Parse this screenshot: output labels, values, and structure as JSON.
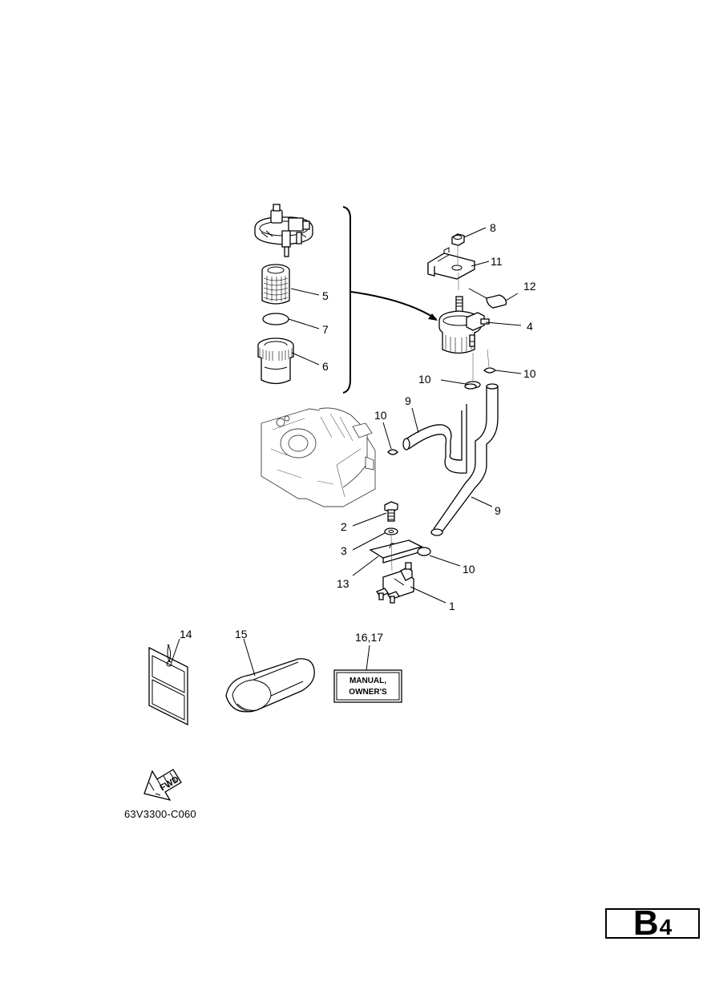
{
  "callouts": {
    "c1": "1",
    "c2": "2",
    "c3": "3",
    "c4": "4",
    "c5": "5",
    "c6": "6",
    "c7": "7",
    "c8": "8",
    "c9a": "9",
    "c9b": "9",
    "c10a": "10",
    "c10b": "10",
    "c10c": "10",
    "c10d": "10",
    "c11": "11",
    "c12": "12",
    "c13": "13",
    "c14": "14",
    "c15": "15",
    "c16_17": "16,17"
  },
  "manual_label": {
    "line1": "MANUAL,",
    "line2": "OWNER'S"
  },
  "fwd_label": "FWD",
  "diagram_code": "63V3300-C060",
  "page_badge": {
    "letter": "B",
    "number": "4"
  }
}
